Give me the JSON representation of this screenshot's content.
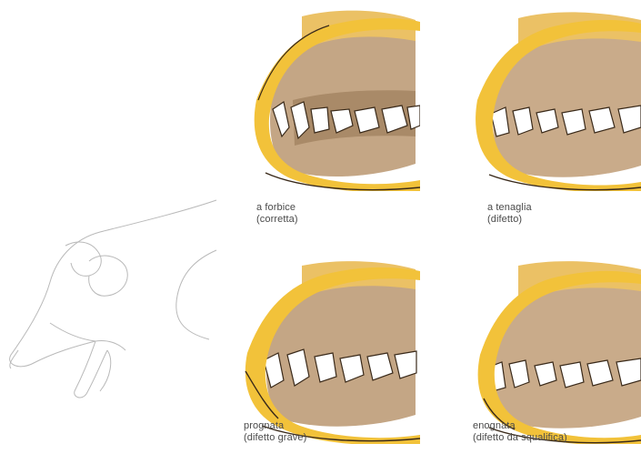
{
  "panels": [
    {
      "id": "scissor",
      "caption": "a forbice",
      "note": "(corretta)"
    },
    {
      "id": "level",
      "caption": "a tenaglia",
      "note": "(difetto)"
    },
    {
      "id": "overshot",
      "caption": "prognata",
      "note": "(difetto grave)"
    },
    {
      "id": "undershot",
      "caption": "enognata",
      "note": "(difetto da squalifica)"
    }
  ],
  "colors": {
    "lip": "#f2c23a",
    "lip_dark": "#d99a1c",
    "gum": "#9a7a5a",
    "teeth": "#ffffff",
    "outline": "#3a2a1a",
    "sketch": "#b8b8b8"
  }
}
